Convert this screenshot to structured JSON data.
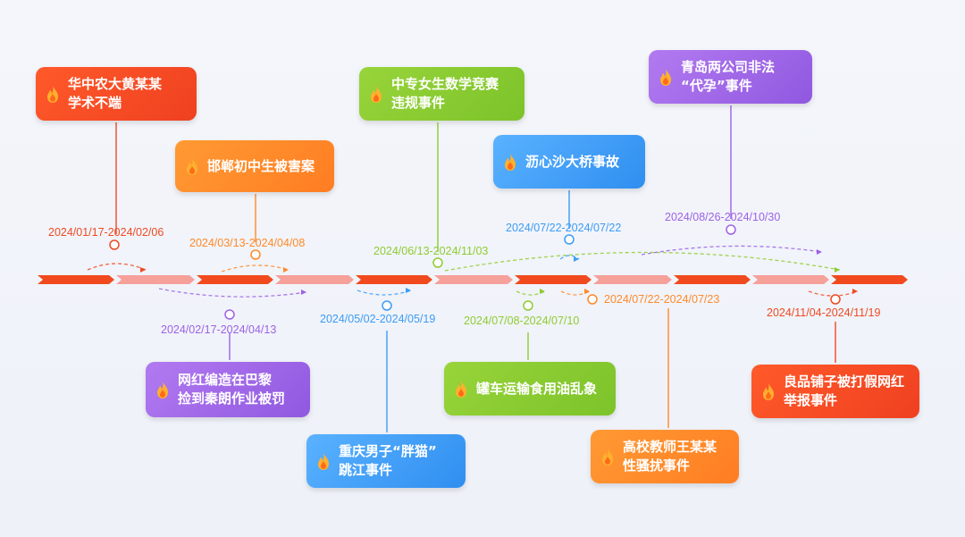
{
  "colors": {
    "red": "#ef4a22",
    "orange": "#ff8a2a",
    "green": "#8fcc32",
    "blue": "#3c9cf5",
    "purple": "#9c62e6",
    "axis_dark": "#f04a1e",
    "axis_light": "#f6a09a"
  },
  "events": [
    {
      "id": "e1",
      "title": "华中农大黄某某\n学术不端",
      "date": "2024/01/17-2024/02/06",
      "color": "red",
      "side": "top"
    },
    {
      "id": "e2",
      "title": "网红编造在巴黎\n捡到秦朗作业被罚",
      "date": "2024/02/17-2024/04/13",
      "color": "purple",
      "side": "bottom"
    },
    {
      "id": "e3",
      "title": "邯郸初中生被害案",
      "date": "2024/03/13-2024/04/08",
      "color": "orange",
      "side": "top"
    },
    {
      "id": "e4",
      "title": "重庆男子“胖猫”\n跳江事件",
      "date": "2024/05/02-2024/05/19",
      "color": "blue",
      "side": "bottom"
    },
    {
      "id": "e5",
      "title": "中专女生数学竞赛\n违规事件",
      "date": "2024/06/13-2024/11/03",
      "color": "green",
      "side": "top"
    },
    {
      "id": "e6",
      "title": "罐车运输食用油乱象",
      "date": "2024/07/08-2024/07/10",
      "color": "green",
      "side": "bottom"
    },
    {
      "id": "e7",
      "title": "沥心沙大桥事故",
      "date": "2024/07/22-2024/07/22",
      "color": "blue",
      "side": "top"
    },
    {
      "id": "e8",
      "title": "高校教师王某某\n性骚扰事件",
      "date": "2024/07/22-2024/07/23",
      "color": "orange",
      "side": "bottom"
    },
    {
      "id": "e9",
      "title": "青岛两公司非法\n“代孕”事件",
      "date": "2024/08/26-2024/10/30",
      "color": "purple",
      "side": "top"
    },
    {
      "id": "e10",
      "title": "良品铺子被打假网红\n举报事件",
      "date": "2024/11/04-2024/11/19",
      "color": "red",
      "side": "bottom"
    }
  ]
}
